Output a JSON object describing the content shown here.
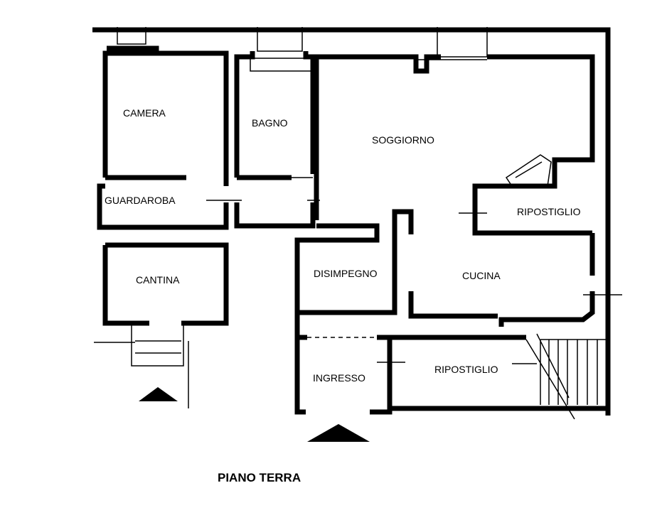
{
  "rooms": {
    "camera": "CAMERA",
    "bagno": "BAGNO",
    "soggiorno": "SOGGIORNO",
    "guardaroba": "GUARDAROBA",
    "ripostiglio_1": "RIPOSTIGLIO",
    "cantina": "CANTINA",
    "disimpegno": "DISIMPEGNO",
    "cucina": "CUCINA",
    "ingresso": "INGRESSO",
    "ripostiglio_2": "RIPOSTIGLIO"
  },
  "title": "PIANO TERRA"
}
